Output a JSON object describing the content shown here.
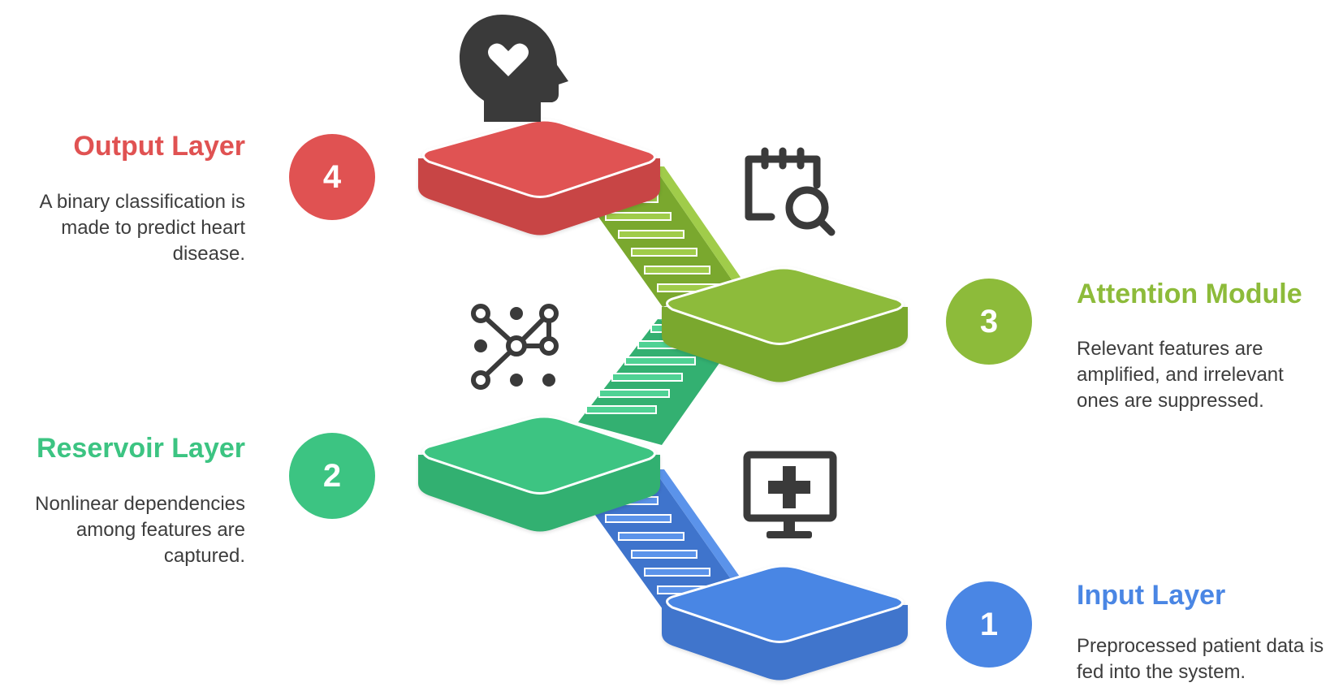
{
  "steps": [
    {
      "number": "1",
      "title": "Input Layer",
      "description": "Preprocessed patient data is fed into the system.",
      "color": "#4a86e4",
      "icon": "medical-monitor-icon"
    },
    {
      "number": "2",
      "title": "Reservoir Layer",
      "description": "Nonlinear dependencies among features are captured.",
      "color": "#3cc482",
      "icon": "network-graph-icon"
    },
    {
      "number": "3",
      "title": "Attention Module",
      "description": "Relevant features are amplified, and irrelevant ones are suppressed.",
      "color": "#8dbb3a",
      "icon": "calendar-search-icon"
    },
    {
      "number": "4",
      "title": "Output Layer",
      "description": "A binary classification is made to predict heart disease.",
      "color": "#e05252",
      "icon": "head-heart-icon"
    }
  ],
  "colors": {
    "icon": "#3a3a3a",
    "text": "#3d3d3d"
  }
}
